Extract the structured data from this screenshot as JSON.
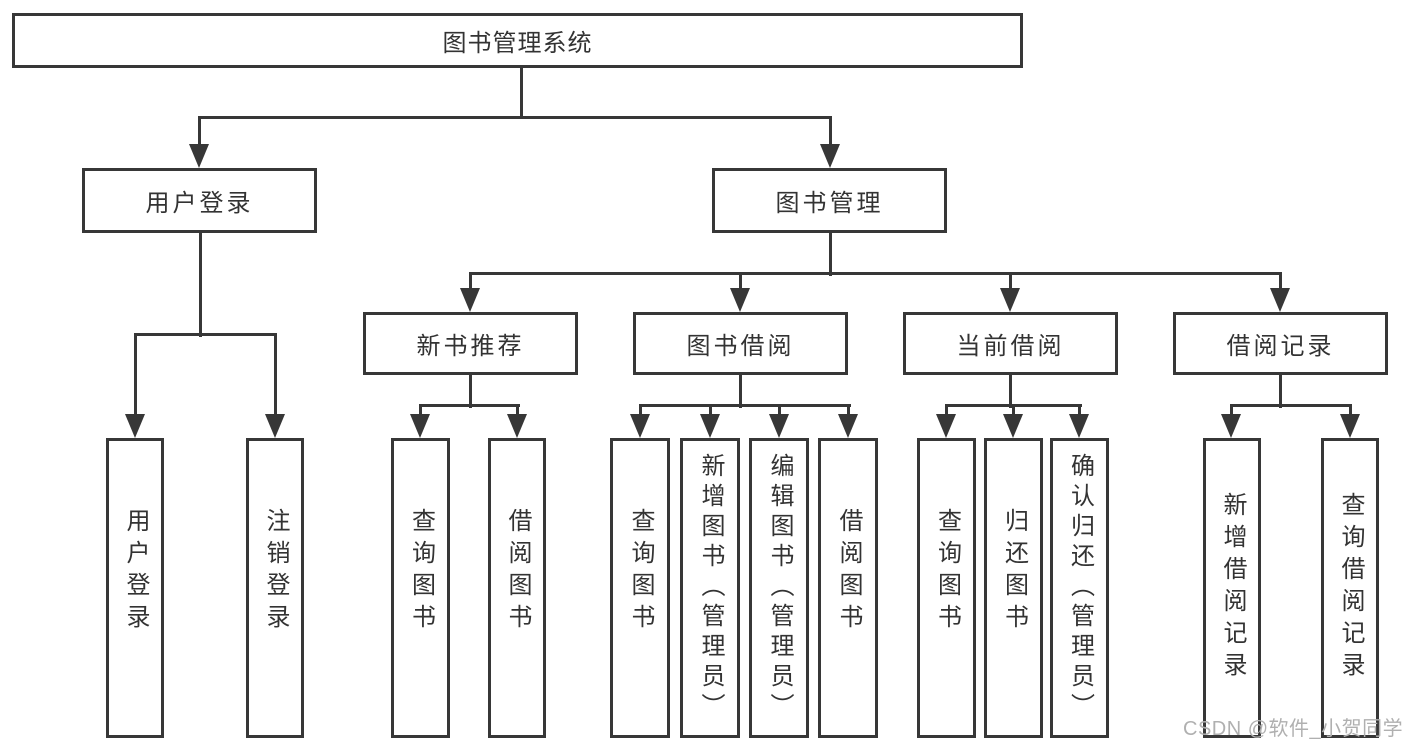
{
  "diagram": {
    "root": {
      "label": "图书管理系统"
    },
    "level2": [
      {
        "label": "用户登录",
        "children": [
          {
            "label": "用户登录"
          },
          {
            "label": "注销登录"
          }
        ]
      },
      {
        "label": "图书管理",
        "children": [
          {
            "label": "新书推荐",
            "children": [
              {
                "label": "查询图书"
              },
              {
                "label": "借阅图书"
              }
            ]
          },
          {
            "label": "图书借阅",
            "children": [
              {
                "label": "查询图书"
              },
              {
                "label": "新增图书（管理员）"
              },
              {
                "label": "编辑图书（管理员）"
              },
              {
                "label": "借阅图书"
              }
            ]
          },
          {
            "label": "当前借阅",
            "children": [
              {
                "label": "查询图书"
              },
              {
                "label": "归还图书"
              },
              {
                "label": "确认归还（管理员）"
              }
            ]
          },
          {
            "label": "借阅记录",
            "children": [
              {
                "label": "新增借阅记录"
              },
              {
                "label": "查询借阅记录"
              }
            ]
          }
        ]
      }
    ]
  },
  "watermark": {
    "text": "CSDN @软件_小贺同学"
  },
  "colors": {
    "line": "#373737",
    "text": "#333333",
    "fill": "#ffffff",
    "bg": "#ffffff",
    "wm": "#b0b0b0"
  }
}
